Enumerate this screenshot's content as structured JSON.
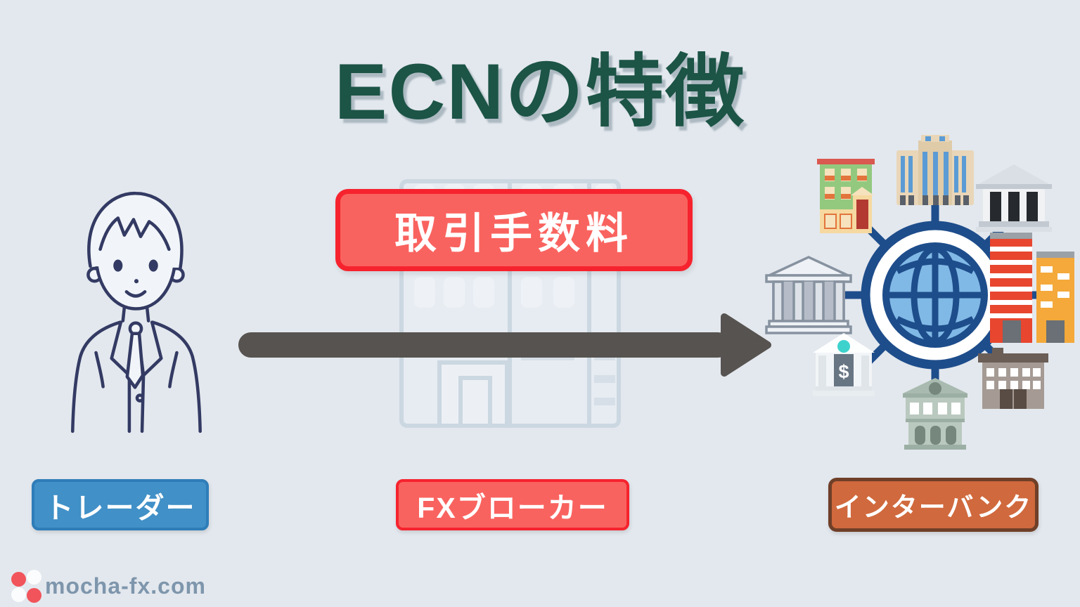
{
  "background_color": "#e3e8ee",
  "title": {
    "text": "ECNの特徴",
    "color": "#1c5446"
  },
  "fee_badge": {
    "label": "取引手数料",
    "fill": "#f9635f",
    "border": "#f6232e",
    "text_color": "#ffffff"
  },
  "arrow": {
    "direction": "right",
    "color": "#575350",
    "from": "trader",
    "to": "interbank"
  },
  "nodes": {
    "trader": {
      "label": "トレーダー",
      "fill": "#4190c7",
      "border": "#2e7db8",
      "icon": "suit-person-illustration"
    },
    "broker": {
      "label": "FXブローカー",
      "fill": "#f9635f",
      "border": "#f6232e",
      "icon": "office-building-icon"
    },
    "interbank": {
      "label": "インターバンク",
      "fill": "#d0693d",
      "border": "#6f3f28",
      "icon": "globe-bank-network-icon"
    }
  },
  "icons": {
    "dollar_sign": "$"
  },
  "footer": {
    "site_name": "mocha-fx.com",
    "text_color": "#7e96ac",
    "dot_red": "#f2545b",
    "dot_white": "#fbfcfd"
  }
}
